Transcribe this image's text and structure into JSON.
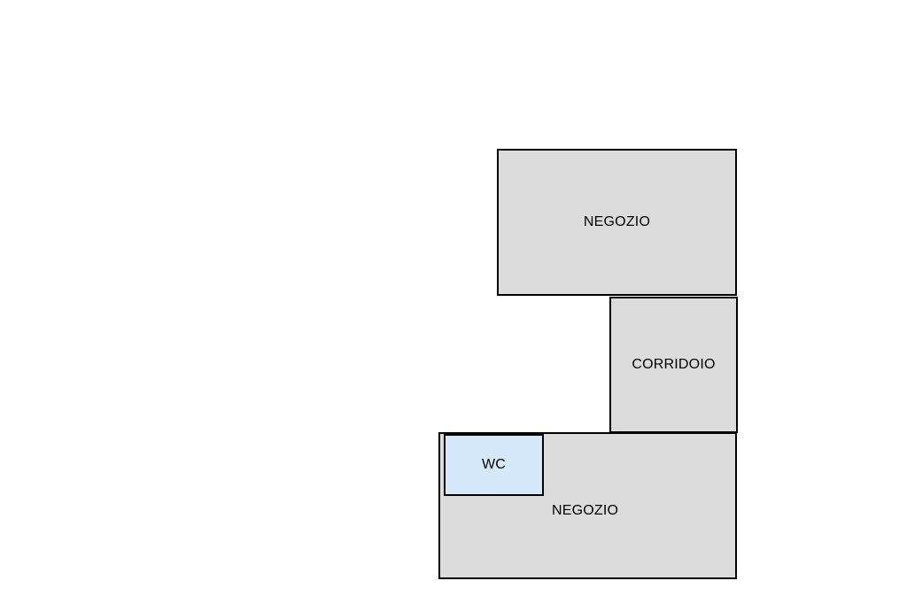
{
  "colors": {
    "room_fill": "#dcdcdc",
    "wc_fill": "#d6e9fb",
    "wall": "#000000",
    "background": "#ffffff"
  },
  "rooms": {
    "negozio_top": {
      "label": "NEGOZIO"
    },
    "corridoio": {
      "label": "CORRIDOIO"
    },
    "negozio_bottom": {
      "label": "NEGOZIO"
    },
    "wc": {
      "label": "WC"
    }
  }
}
